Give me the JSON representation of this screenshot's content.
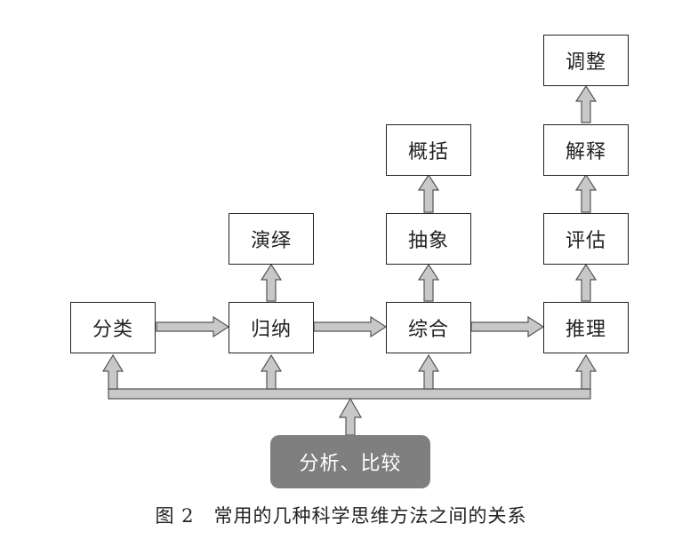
{
  "nodes": {
    "classify": "分类",
    "induce": "归纳",
    "deduce": "演绎",
    "synthesize": "综合",
    "abstract": "抽象",
    "generalize": "概括",
    "reason": "推理",
    "evaluate": "评估",
    "interpret": "解释",
    "adjust": "调整",
    "analyze_compare": "分析、比较"
  },
  "caption": "图 2　常用的几种科学思维方法之间的关系",
  "colors": {
    "arrow_fill": "#c8c8c8",
    "arrow_stroke": "#555555",
    "box_border": "#222222",
    "gray_box": "#7f7f7f"
  }
}
